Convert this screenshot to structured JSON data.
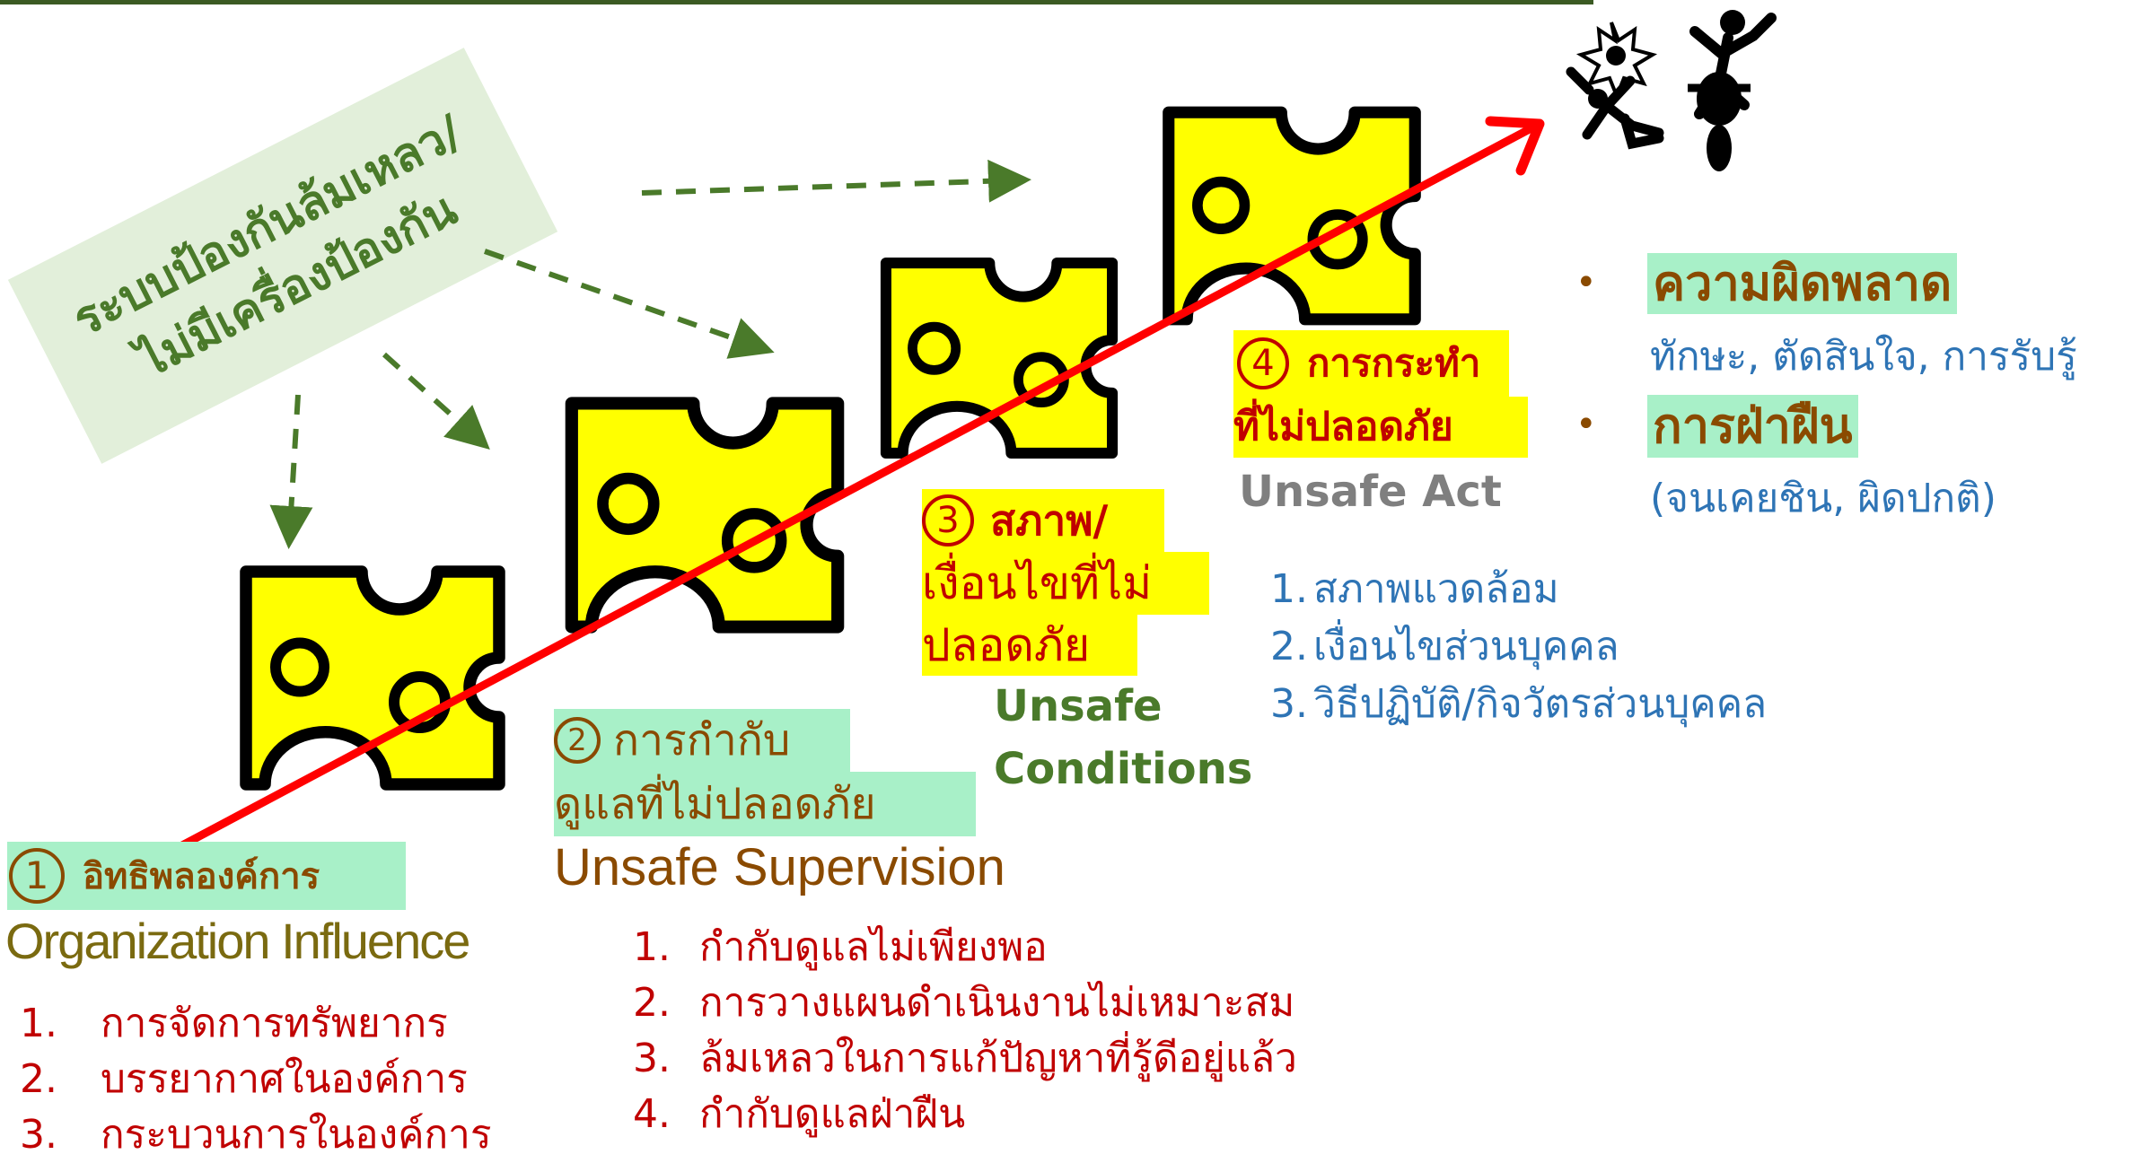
{
  "banner": {
    "line1": "ระบบป้องกันล้มเหลว/",
    "line2": "ไม่มีเครื่องป้องกัน"
  },
  "layer1": {
    "number": "1",
    "thai": "อิทธิพลองค์การ",
    "english": "Organization Influence",
    "items": [
      {
        "num": "1.",
        "text": "การจัดการทรัพยากร"
      },
      {
        "num": "2.",
        "text": "บรรยากาศในองค์การ"
      },
      {
        "num": "3.",
        "text": "กระบวนการในองค์การ"
      }
    ]
  },
  "layer2": {
    "number": "2",
    "thai_line1": "การกำกับ",
    "thai_line2": "ดูแลที่ไม่ปลอดภัย",
    "english": "Unsafe Supervision",
    "items": [
      {
        "num": "1.",
        "text": "กำกับดูแลไม่เพียงพอ"
      },
      {
        "num": "2.",
        "text": "การวางแผนดำเนินงานไม่เหมาะสม"
      },
      {
        "num": "3.",
        "text": "ล้มเหลวในการแก้ปัญหาที่รู้ดีอยู่แล้ว"
      },
      {
        "num": "4.",
        "text": "กำกับดูแลฝ่าฝืน"
      }
    ]
  },
  "layer3": {
    "number": "3",
    "thai_line1": "สภาพ/",
    "thai_line2": "เงื่อนไขที่ไม่",
    "thai_line3": "ปลอดภัย",
    "english_line1": "Unsafe",
    "english_line2": "Conditions",
    "items": [
      {
        "num": "1.",
        "text": "สภาพแวดล้อม"
      },
      {
        "num": "2.",
        "text": "เงื่อนไขส่วนบุคคล"
      },
      {
        "num": "3.",
        "text": "วิธีปฏิบัติ/กิจวัตรส่วนบุคคล"
      }
    ]
  },
  "layer4": {
    "number": "4",
    "thai_line1": "การกระทำ",
    "thai_line2": "ที่ไม่ปลอดภัย",
    "english": "Unsafe Act",
    "bullets": [
      {
        "bullet": "•",
        "title": "ความผิดพลาด",
        "detail": "ทักษะ, ตัดสินใจ, การรับรู้"
      },
      {
        "bullet": "•",
        "title": "การฝ่าฝืน",
        "detail": "(จนเคยชิน, ผิดปกติ)"
      }
    ]
  },
  "icons": [
    "cheese-slice-icon",
    "accident-fall-icon",
    "accident-motorcycle-icon"
  ],
  "colors": {
    "cheese": "#ffff00",
    "arrow": "#ff0000",
    "dashed": "#4a7a2a",
    "highlight_mint": "#a8f0c8",
    "highlight_yellow": "#ffff00",
    "brown": "#8a4a00",
    "dark_red": "#c00000",
    "blue": "#2e74b5",
    "gray": "#7f7f7f"
  }
}
